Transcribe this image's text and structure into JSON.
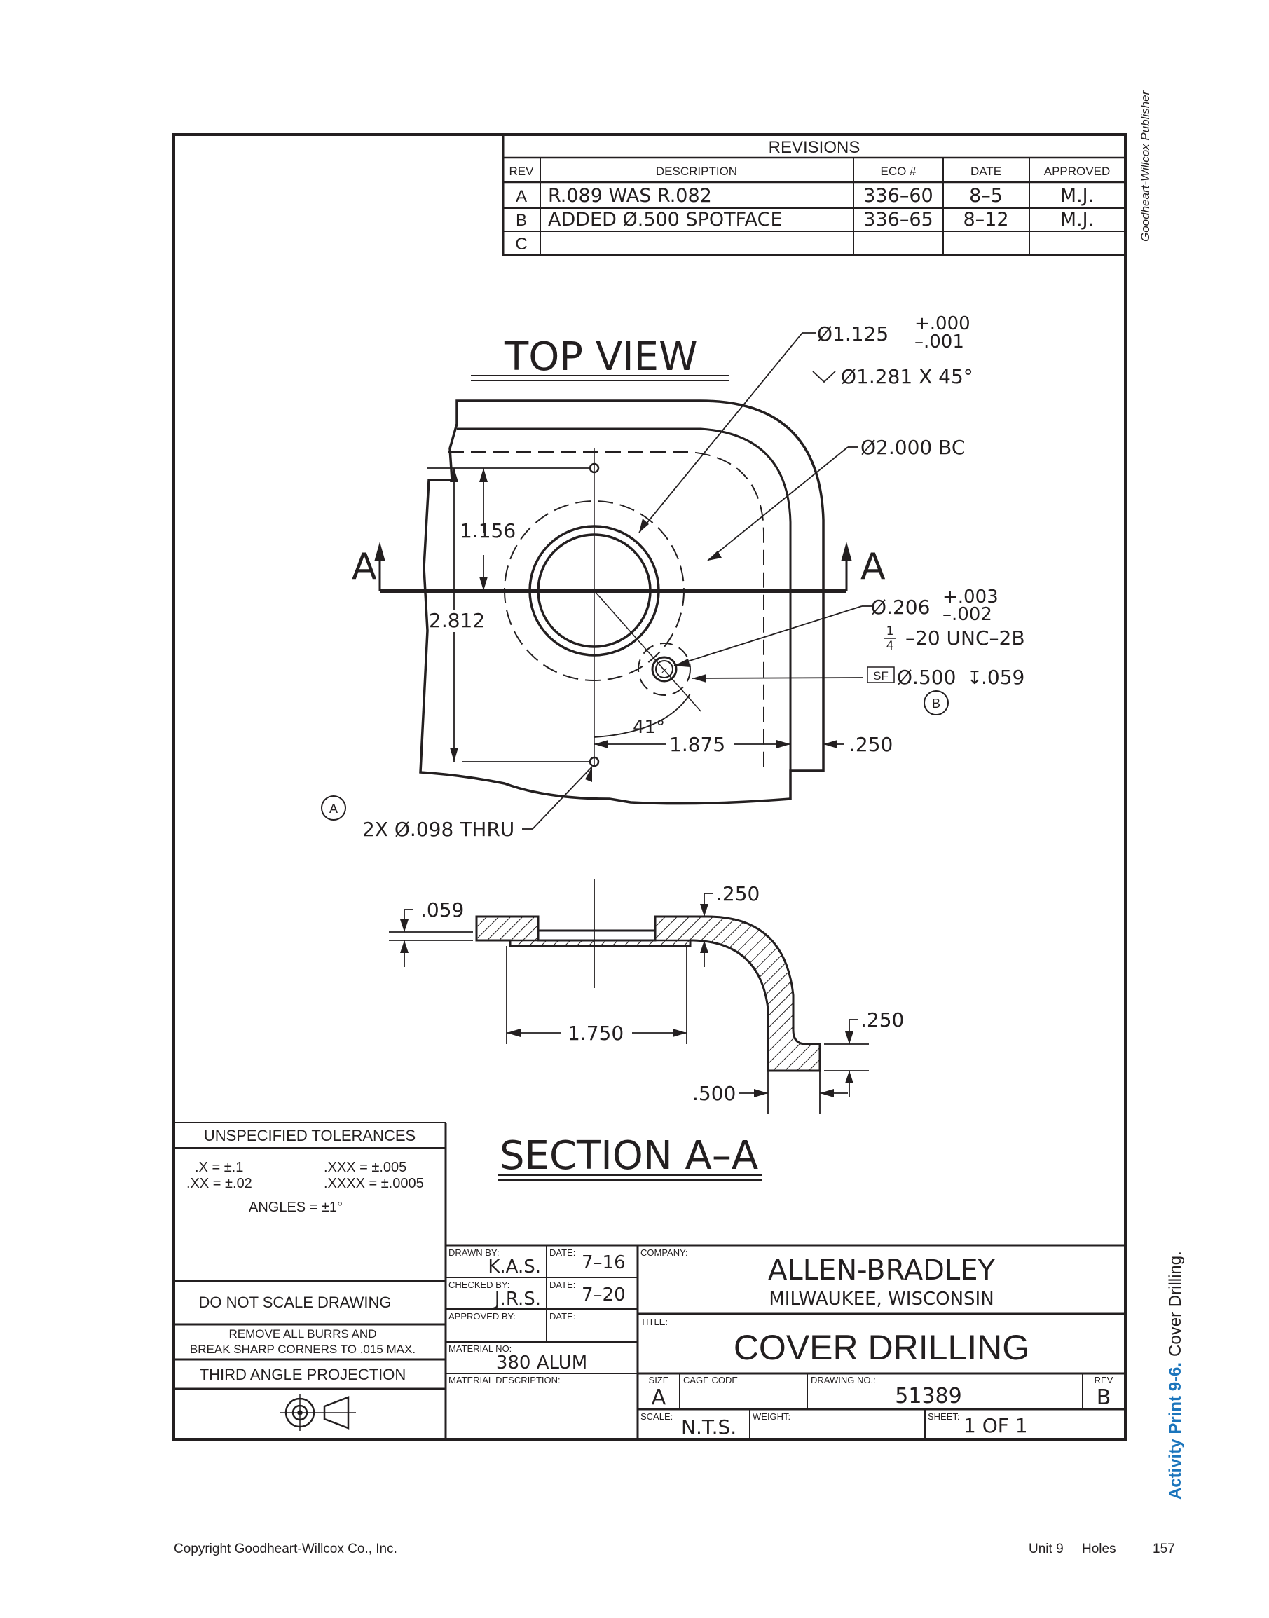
{
  "publisher_side": "Goodheart-Willcox Publisher",
  "side_caption": {
    "label": "Activity Print 9-6.",
    "text": "Cover Drilling."
  },
  "footer": {
    "copyright": "Copyright Goodheart-Willcox Co., Inc.",
    "unit": "Unit 9",
    "chapter": "Holes",
    "page": "157"
  },
  "revisions": {
    "title": "REVISIONS",
    "headers": [
      "REV",
      "DESCRIPTION",
      "ECO #",
      "DATE",
      "APPROVED"
    ],
    "rows": [
      {
        "rev": "A",
        "description": "R.089  WAS  R.082",
        "eco": "336–60",
        "date": "8–5",
        "approved": "M.J."
      },
      {
        "rev": "B",
        "description": "ADDED Ø.500  SPOTFACE",
        "eco": "336–65",
        "date": "8–12",
        "approved": "M.J."
      },
      {
        "rev": "C",
        "description": "",
        "eco": "",
        "date": "",
        "approved": ""
      }
    ]
  },
  "top_view": {
    "title": "TOP VIEW",
    "section_letter": "A",
    "dim_bore_dia": "Ø1.125",
    "dim_bore_tol_plus": "+.000",
    "dim_bore_tol_minus": "–.001",
    "dim_chamfer": "Ø1.281  X  45°",
    "dim_bc": "Ø2.000  BC",
    "dim_tap_dia": "Ø.206",
    "dim_tap_tol_plus": "+.003",
    "dim_tap_tol_minus": "–.002",
    "dim_thread_frac_num": "1",
    "dim_thread_frac_den": "4",
    "dim_thread": "–20  UNC–2B",
    "dim_spotface_sym": "SF",
    "dim_spotface": "Ø.500",
    "dim_spotface_depth_sym": "↧",
    "dim_spotface_depth": ".059",
    "dim_1156": "1.156",
    "dim_2812": "2.812",
    "dim_angle": "41°",
    "dim_1875": "1.875",
    "dim_250": ".250",
    "note_holes": "2X Ø.098  THRU",
    "balloon_a": "A",
    "balloon_b": "B"
  },
  "section_view": {
    "title": "SECTION  A–A",
    "dim_059": ".059",
    "dim_250_top": ".250",
    "dim_1750": "1.750",
    "dim_250_right": ".250",
    "dim_500": ".500"
  },
  "tolerances": {
    "title": "UNSPECIFIED TOLERANCES",
    "x1": ".X  =  ±.1",
    "x2": ".XX =   ±.02",
    "x3": ".XXX   =  ±.005",
    "x4": ".XXXX =  ±.0005",
    "angles": "ANGLES = ±1°"
  },
  "notes": {
    "no_scale": "DO NOT SCALE DRAWING",
    "burrs_line1": "REMOVE ALL BURRS AND",
    "burrs_line2": "BREAK SHARP CORNERS TO .015 MAX.",
    "projection": "THIRD ANGLE PROJECTION"
  },
  "title_block": {
    "drawn_by_label": "DRAWN BY:",
    "drawn_by": "K.A.S.",
    "date_label": "DATE:",
    "drawn_date": "7–16",
    "checked_by_label": "CHECKED BY:",
    "checked_by": "J.R.S.",
    "checked_date": "7–20",
    "approved_by_label": "APPROVED BY:",
    "company_label": "COMPANY:",
    "company": "ALLEN-BRADLEY",
    "company_city": "MILWAUKEE,  WISCONSIN",
    "material_no_label": "MATERIAL NO:",
    "material_no": "380  ALUM",
    "material_desc_label": "MATERIAL DESCRIPTION:",
    "title_label": "TITLE:",
    "title": "COVER DRILLING",
    "size_label": "SIZE",
    "size": "A",
    "cage_label": "CAGE CODE",
    "drawing_no_label": "DRAWING NO.:",
    "drawing_no": "51389",
    "rev_label": "REV",
    "rev": "B",
    "scale_label": "SCALE:",
    "scale": "N.T.S.",
    "weight_label": "WEIGHT:",
    "sheet_label": "SHEET:",
    "sheet": "1  OF  1"
  }
}
